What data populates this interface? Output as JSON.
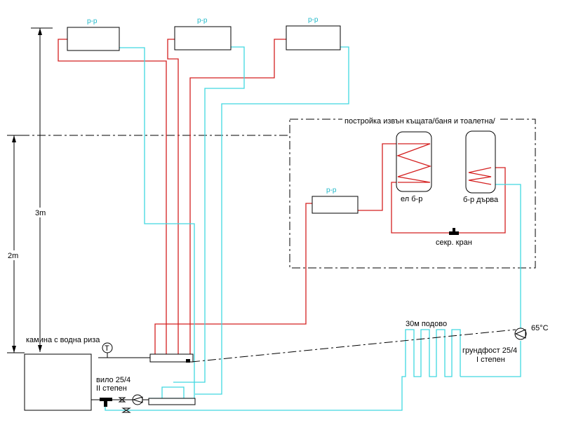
{
  "colors": {
    "supply": "#d42020",
    "return": "#40d8e0",
    "label_pr": "#20b8c8",
    "line": "#000000"
  },
  "labels": {
    "radiator": "р-р",
    "building": "постройка извън къщата/баня и тоалетна/",
    "boiler_el": "ел б-р",
    "boiler_wood": "б-р дърва",
    "valve": "секр. кран",
    "fireplace": "камина с водна риза",
    "pump1_model": "вило 25/4",
    "pump1_stage": "II степен",
    "pump2_model": "грундфост 25/4",
    "pump2_stage": "I степен",
    "floor": "30м подово",
    "temp": "65°C",
    "height_3m": "3m",
    "height_2m": "2m",
    "thermometer": "T"
  }
}
